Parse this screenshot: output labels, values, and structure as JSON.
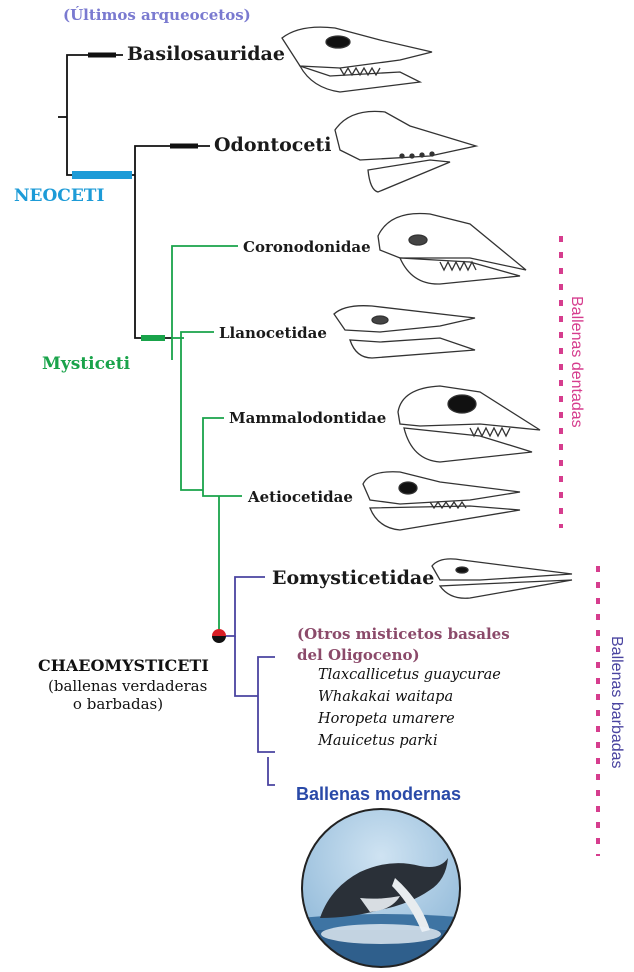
{
  "labels": {
    "last_archaeocetes": "(Últimos arqueocetos)",
    "basilosauridae": "Basilosauridae",
    "odontoceti": "Odontoceti",
    "neoceti": "NEOCETI",
    "coronodonidae": "Coronodonidae",
    "llanocetidae": "Llanocetidae",
    "mysticeti": "Mysticeti",
    "mammalodontidae": "Mammalodontidae",
    "aetiocetidae": "Aetiocetidae",
    "eomysticetidae": "Eomysticetidae",
    "basal_line1": "(Otros misticetos basales",
    "basal_line2": "del Oligoceno)",
    "chaeomysticeti": "CHAEOMYSTICETI",
    "chaeo_sub1": "(ballenas verdaderas",
    "chaeo_sub2": "o barbadas)",
    "modern_whales": "Ballenas modernas",
    "toothed_whales": "Ballenas dentadas",
    "baleen_whales": "Ballenas barbadas"
  },
  "species": [
    "Tlaxcallicetus guaycurae",
    "Whakakai waitapa",
    "Horopeta umarere",
    "Mauicetus parki"
  ],
  "colors": {
    "stem": "#111111",
    "neoceti": "#1d9bd7",
    "mysticeti": "#19a34a",
    "chaeomysticeti": "#4a44a0",
    "toothed_bracket": "#d63d8e",
    "baleen_bracket": "#d63d8e",
    "toothed_label": "#d63d8e",
    "baleen_label": "#4a44a0"
  },
  "icons": {
    "skulls": [
      "basilosaurid-skull-icon",
      "odontocete-skull-icon",
      "coronodon-skull-icon",
      "llanocetus-skull-icon",
      "mammalodon-skull-icon",
      "aetiocetus-skull-icon",
      "eomysticetus-skull-icon"
    ],
    "whale_photo": "humpback-whale-breach-photo"
  }
}
